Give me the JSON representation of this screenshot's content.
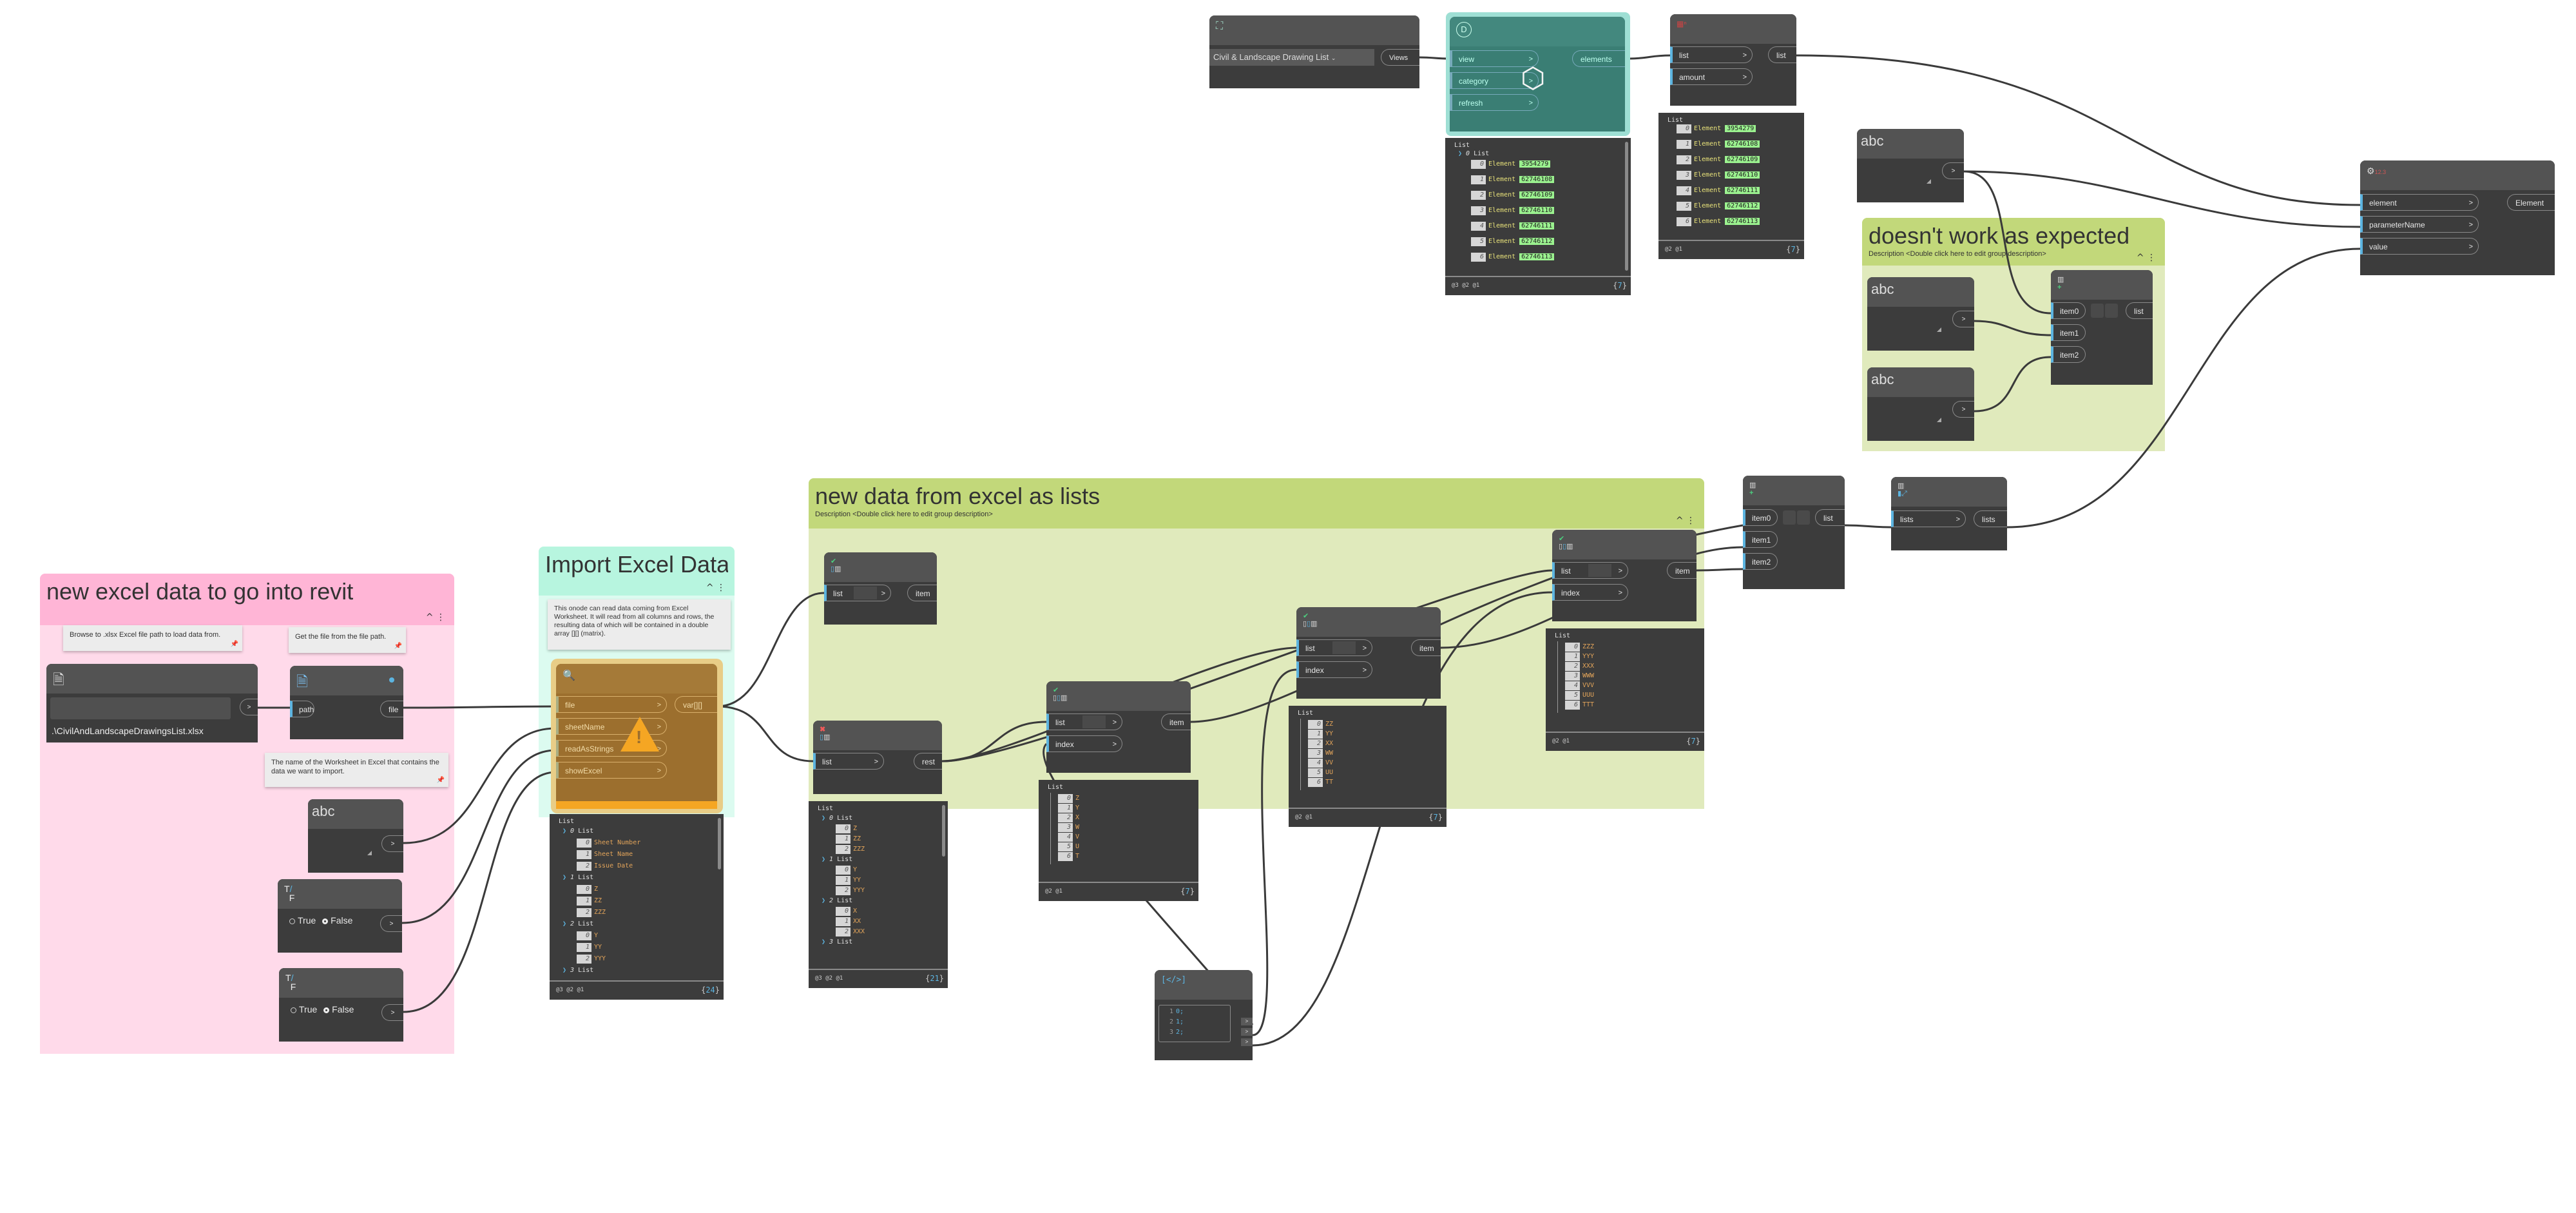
{
  "groups": {
    "excel_revit": {
      "title": "new excel data to go into revit",
      "color": "#ffb5d6",
      "body_color": "#ffdaea"
    },
    "import_excel": {
      "title": "Import Excel Data",
      "color": "#b7f5df",
      "body_color": "#dcfbf0"
    },
    "data_lists": {
      "title": "new data from excel as lists",
      "description": "Description <Double click here to edit group description>",
      "color": "#c2d87a",
      "body_color": "#e0eabc"
    },
    "not_working": {
      "title": "doesn't work as expected",
      "description": "Description <Double click here to edit group description>",
      "color": "#c2d87a",
      "body_color": "#e0eabc"
    }
  },
  "notes": {
    "browse": "Browse to .xlsx Excel file path to load data from.",
    "get_file": "Get the file from the file path.",
    "worksheet": "The name of the Worksheet in Excel that contains the data we want to import.",
    "import_desc": "This onode can read data coming from Excel Worksheet. It will read from all columns and rows, the resulting data of which will be contained in a double array [][] (matrix)."
  },
  "nodes": {
    "file_path": {
      "button": ">",
      "value": ".\\CivilAndLandscapeDrawingsList.xlsx"
    },
    "file_from_path": {
      "in": [
        "path"
      ],
      "out": "file"
    },
    "string1": {
      "icon": "abc",
      "out": ">"
    },
    "bool1": {
      "true_label": "True",
      "false_label": "False",
      "selected": "False",
      "out": ">"
    },
    "bool2": {
      "true_label": "True",
      "false_label": "False",
      "selected": "False",
      "out": ">"
    },
    "import_excel": {
      "in": [
        "file",
        "sheetName",
        "readAsStrings",
        "showExcel"
      ],
      "out": "var[][]",
      "status": "warning"
    },
    "first_item": {
      "in": [
        "list"
      ],
      "out": "item"
    },
    "rest_of_items": {
      "in": [
        "list"
      ],
      "out": "rest"
    },
    "get_item_1": {
      "in": [
        "list",
        "index"
      ],
      "out": "item"
    },
    "get_item_2": {
      "in": [
        "list",
        "index"
      ],
      "out": "item"
    },
    "get_item_3": {
      "in": [
        "list",
        "index"
      ],
      "out": "item"
    },
    "code_block": {
      "lines": [
        "0;",
        "1;",
        "2;"
      ],
      "out": ">"
    },
    "list_create_1": {
      "in": [
        "item0",
        "item1",
        "item2"
      ],
      "out": "list"
    },
    "transpose": {
      "in": [
        "lists"
      ],
      "out": "lists"
    },
    "views": {
      "selected": "Civil & Landscape Drawing List",
      "out": "Views"
    },
    "all_elements_in_view": {
      "in": [
        "view",
        "category",
        "refresh"
      ],
      "out": "elements"
    },
    "drop_items": {
      "in": [
        "list",
        "amount"
      ],
      "out": "list"
    },
    "string2": {
      "icon": "abc",
      "out": ">"
    },
    "string3": {
      "icon": "abc",
      "out": ">"
    },
    "string4": {
      "icon": "abc",
      "out": ">"
    },
    "list_create_2": {
      "in": [
        "item0",
        "item1",
        "item2"
      ],
      "out": "list"
    },
    "set_parameter": {
      "in": [
        "element",
        "parameterName",
        "value"
      ],
      "out": "Element"
    }
  },
  "previews": {
    "import_excel": {
      "title": "List",
      "sublists": [
        {
          "index": "0",
          "label": "List",
          "items": [
            "Sheet Number",
            "Sheet Name",
            "Issue Date"
          ]
        },
        {
          "index": "1",
          "label": "List",
          "items": [
            "Z",
            "ZZ",
            "ZZZ"
          ]
        },
        {
          "index": "2",
          "label": "List",
          "items": [
            "Y",
            "YY",
            "YYY"
          ]
        },
        {
          "index": "3",
          "label": "List",
          "items": []
        }
      ],
      "levels": "@3 @2 @1",
      "count": "24"
    },
    "rest_of_items": {
      "title": "List",
      "sublists": [
        {
          "index": "0",
          "label": "List",
          "items": [
            "Z",
            "ZZ",
            "ZZZ"
          ]
        },
        {
          "index": "1",
          "label": "List",
          "items": [
            "Y",
            "YY",
            "YYY"
          ]
        },
        {
          "index": "2",
          "label": "List",
          "items": [
            "X",
            "XX",
            "XXX"
          ]
        },
        {
          "index": "3",
          "label": "List",
          "items": []
        }
      ],
      "levels": "@3 @2 @1",
      "count": "21"
    },
    "get_item_1": {
      "title": "List",
      "items": [
        "Z",
        "Y",
        "X",
        "W",
        "V",
        "U",
        "T"
      ],
      "levels": "@2 @1",
      "count": "7"
    },
    "get_item_2": {
      "title": "List",
      "items": [
        "ZZ",
        "YY",
        "XX",
        "WW",
        "VV",
        "UU",
        "TT"
      ],
      "levels": "@2 @1",
      "count": "7"
    },
    "get_item_3": {
      "title": "List",
      "items": [
        "ZZZ",
        "YYY",
        "XXX",
        "WWW",
        "VVV",
        "UUU",
        "TTT"
      ],
      "levels": "@2 @1",
      "count": "7"
    },
    "all_elements_in_view": {
      "title": "List",
      "sub_index": "0",
      "sub_label": "List",
      "item_label": "Element",
      "items": [
        "3954279",
        "62746108",
        "62746109",
        "62746110",
        "62746111",
        "62746112",
        "62746113"
      ],
      "levels": "@3 @2 @1",
      "count": "7"
    },
    "drop_items": {
      "title": "List",
      "item_label": "Element",
      "items": [
        "3954279",
        "62746108",
        "62746109",
        "62746110",
        "62746111",
        "62746112",
        "62746113"
      ],
      "levels": "@2 @1",
      "count": "7"
    }
  },
  "colors": {
    "port_accent": "#5cb4e0",
    "warning": "#f5a623",
    "success": "#4ccf7f",
    "error": "#f05a5a",
    "element_value_bg": "#9bf28f",
    "string_value": "#e2a45a"
  }
}
